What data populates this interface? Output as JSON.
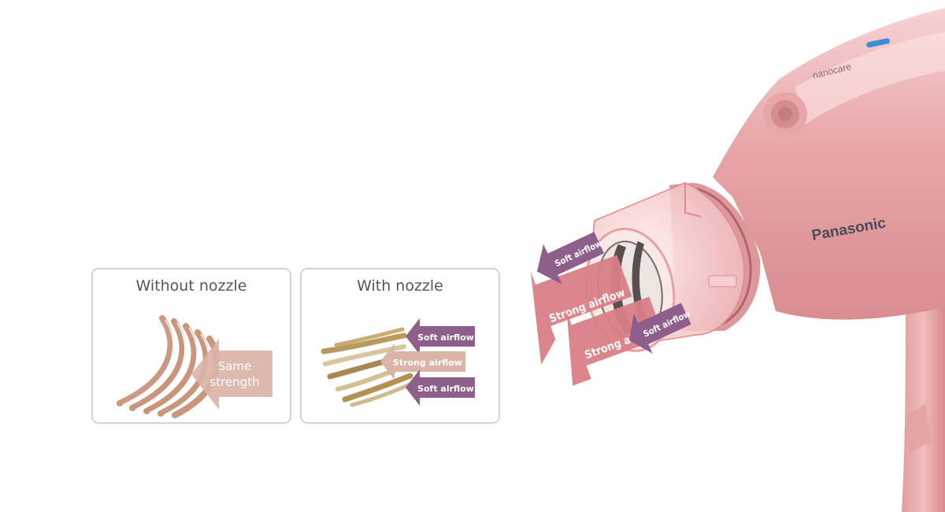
{
  "panels": {
    "without": {
      "title": "Without nozzle",
      "arrow_label_line1": "Same",
      "arrow_label_line2": "strength"
    },
    "with": {
      "title": "With nozzle",
      "arrows": [
        "Soft airflow",
        "Strong airflow",
        "Soft airflow"
      ]
    }
  },
  "dryer": {
    "brand": "Panasonic",
    "series_mark": "nanocare",
    "airflow_labels": [
      "Soft airflow",
      "Strong airflow",
      "Strong airflow",
      "Soft airflow"
    ]
  },
  "colors": {
    "dryer_pink": "#e9a9ab",
    "hair_tan": "#c9957c",
    "hair_gold": "#b99a5e",
    "soft_purple": "#8e5f8a",
    "strong_pink": "#d97e86",
    "arrow_beige": "#dab4a6",
    "panel_border": "#d3d3d3"
  }
}
